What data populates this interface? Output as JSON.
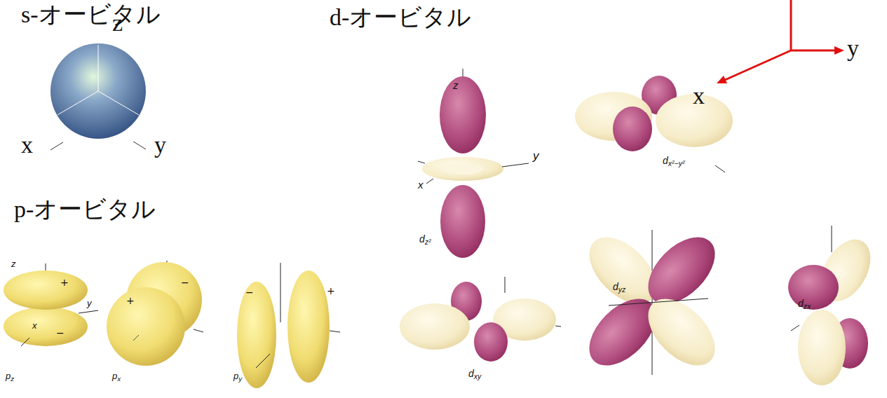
{
  "diagram": {
    "labels": [
      "s-オービタル",
      "z",
      "x",
      "y",
      "d-オービタル",
      "x",
      "y",
      "p-オービタル",
      "z",
      "+",
      "y",
      "x",
      "−",
      "pz",
      "−",
      "+",
      "px",
      "−",
      "+",
      "py",
      "z",
      "y",
      "x",
      "dz²",
      "dx²−y²",
      "dxy",
      "dyz",
      "dzx"
    ]
  }
}
